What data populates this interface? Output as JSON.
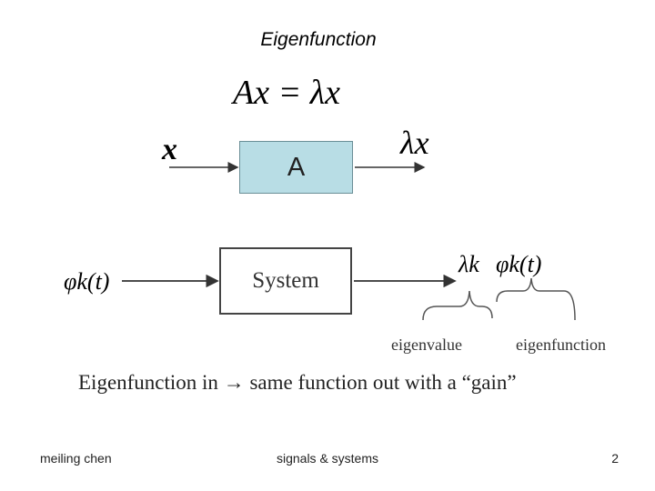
{
  "slide": {
    "title": "Eigenfunction",
    "equation": "Ax = λx",
    "block_label": "A",
    "input_label": "x",
    "output_label": "λx"
  },
  "figure": {
    "input": "φk(t)",
    "system_label": "System",
    "out_lambda": "λk",
    "out_phi": "φk(t)",
    "label_eigenvalue": "eigenvalue",
    "label_eigenfunction": "eigenfunction",
    "caption_left": "Eigenfunction in",
    "caption_arrow": "→",
    "caption_right": "same function out with a “gain”"
  },
  "footer": {
    "author": "meiling chen",
    "course": "signals & systems",
    "page": "2"
  }
}
